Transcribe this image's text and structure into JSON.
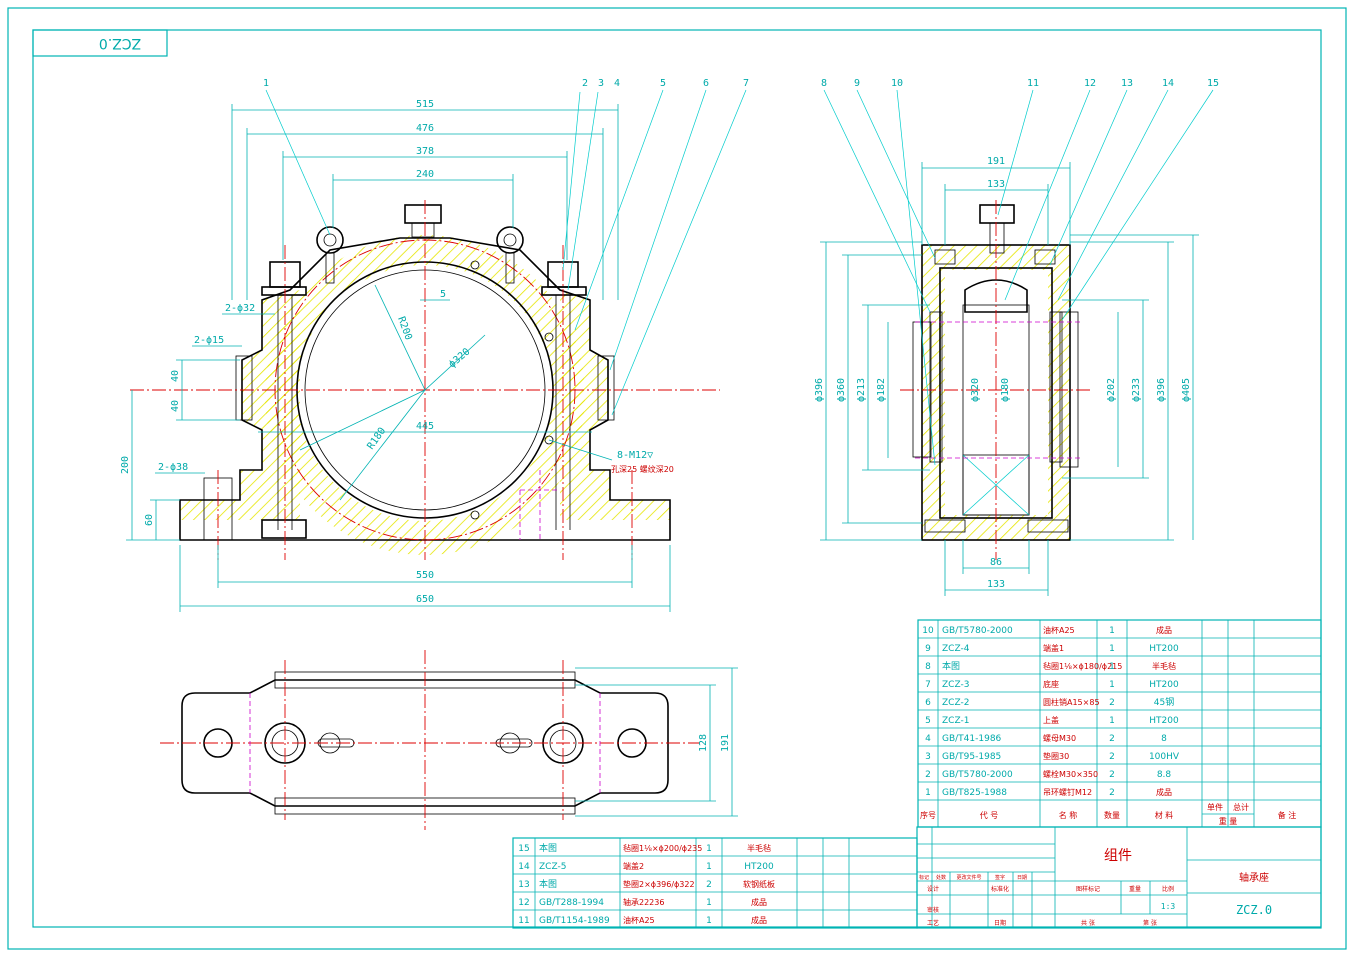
{
  "drawing_code_rotated": "ZCZ.0",
  "balloons": [
    "1",
    "2",
    "3",
    "4",
    "5",
    "6",
    "7",
    "8",
    "9",
    "10",
    "11",
    "12",
    "13",
    "14",
    "15"
  ],
  "front_dims": {
    "w515": "515",
    "w476": "476",
    "w378": "378",
    "w240": "240",
    "d5": "5",
    "r200": "R200",
    "d320": "ϕ320",
    "r180": "R180",
    "w445": "445",
    "w550": "550",
    "w650": "650",
    "h200": "200",
    "h60": "60",
    "h40a": "40",
    "h40b": "40",
    "d2_32": "2-ϕ32",
    "d2_15": "2-ϕ15",
    "d2_38": "2-ϕ38",
    "m12": "8-M12▽",
    "m12sub": "孔深25 螺纹深20"
  },
  "side_dims": {
    "w191": "191",
    "w133": "133",
    "w86": "86",
    "w133b": "133",
    "d396": "ϕ396",
    "d360": "ϕ360",
    "d213": "ϕ213",
    "d182": "ϕ182",
    "d320": "ϕ320",
    "d180": "ϕ180",
    "d202": "ϕ202",
    "d233": "ϕ233",
    "d396b": "ϕ396",
    "d405": "ϕ405"
  },
  "top_dims": {
    "h128": "128",
    "h191": "191"
  },
  "bom_upper": [
    {
      "no": "10",
      "code": "GB/T5780-2000",
      "name": "油杯A25",
      "qty": "1",
      "mat": "成品"
    },
    {
      "no": "9",
      "code": "ZCZ-4",
      "name": "端盖1",
      "qty": "1",
      "mat": "HT200"
    },
    {
      "no": "8",
      "code": "本图",
      "name": "毡圈1⅛×ϕ180/ϕ215",
      "qty": "1",
      "mat": "半毛毡"
    },
    {
      "no": "7",
      "code": "ZCZ-3",
      "name": "底座",
      "qty": "1",
      "mat": "HT200"
    },
    {
      "no": "6",
      "code": "ZCZ-2",
      "name": "圆柱销A15×85",
      "qty": "2",
      "mat": "45钢"
    },
    {
      "no": "5",
      "code": "ZCZ-1",
      "name": "上盖",
      "qty": "1",
      "mat": "HT200"
    },
    {
      "no": "4",
      "code": "GB/T41-1986",
      "name": "螺母M30",
      "qty": "2",
      "mat": "8"
    },
    {
      "no": "3",
      "code": "GB/T95-1985",
      "name": "垫圈30",
      "qty": "2",
      "mat": "100HV"
    },
    {
      "no": "2",
      "code": "GB/T5780-2000",
      "name": "螺栓M30×350",
      "qty": "2",
      "mat": "8.8"
    },
    {
      "no": "1",
      "code": "GB/T825-1988",
      "name": "吊环螺钉M12",
      "qty": "2",
      "mat": "成品"
    }
  ],
  "bom_header": {
    "no": "序号",
    "code": "代 号",
    "name": "名 称",
    "qty": "数量",
    "mat": "材 料",
    "unit": "单件",
    "total": "总计",
    "weight": "重 量",
    "remark": "备 注"
  },
  "bom_lower": [
    {
      "no": "15",
      "code": "本图",
      "name": "毡圈1⅛×ϕ200/ϕ235",
      "qty": "1",
      "mat": "半毛毡"
    },
    {
      "no": "14",
      "code": "ZCZ-5",
      "name": "端盖2",
      "qty": "1",
      "mat": "HT200"
    },
    {
      "no": "13",
      "code": "本图",
      "name": "垫圈2×ϕ396/ϕ322",
      "qty": "2",
      "mat": "软钢纸板"
    },
    {
      "no": "12",
      "code": "GB/T288-1994",
      "name": "轴承22236",
      "qty": "1",
      "mat": "成品"
    },
    {
      "no": "11",
      "code": "GB/T1154-1989",
      "name": "油杯A25",
      "qty": "1",
      "mat": "成品"
    }
  ],
  "title_block": {
    "assembly": "组件",
    "part_name": "轴承座",
    "drawing_no": "ZCZ.0",
    "scale": "1:3",
    "labels": [
      "标记",
      "处数",
      "更改文件号",
      "签字",
      "日期",
      "设计",
      "标准化",
      "审核",
      "工艺",
      "日期",
      "图样标记",
      "重量",
      "比例",
      "共 张",
      "第 张"
    ]
  },
  "colors": {
    "frame": "#00b3b3",
    "object": "#000000",
    "center": "#dd0000",
    "hidden": "#cc00cc",
    "hatch": "#e8e800"
  }
}
